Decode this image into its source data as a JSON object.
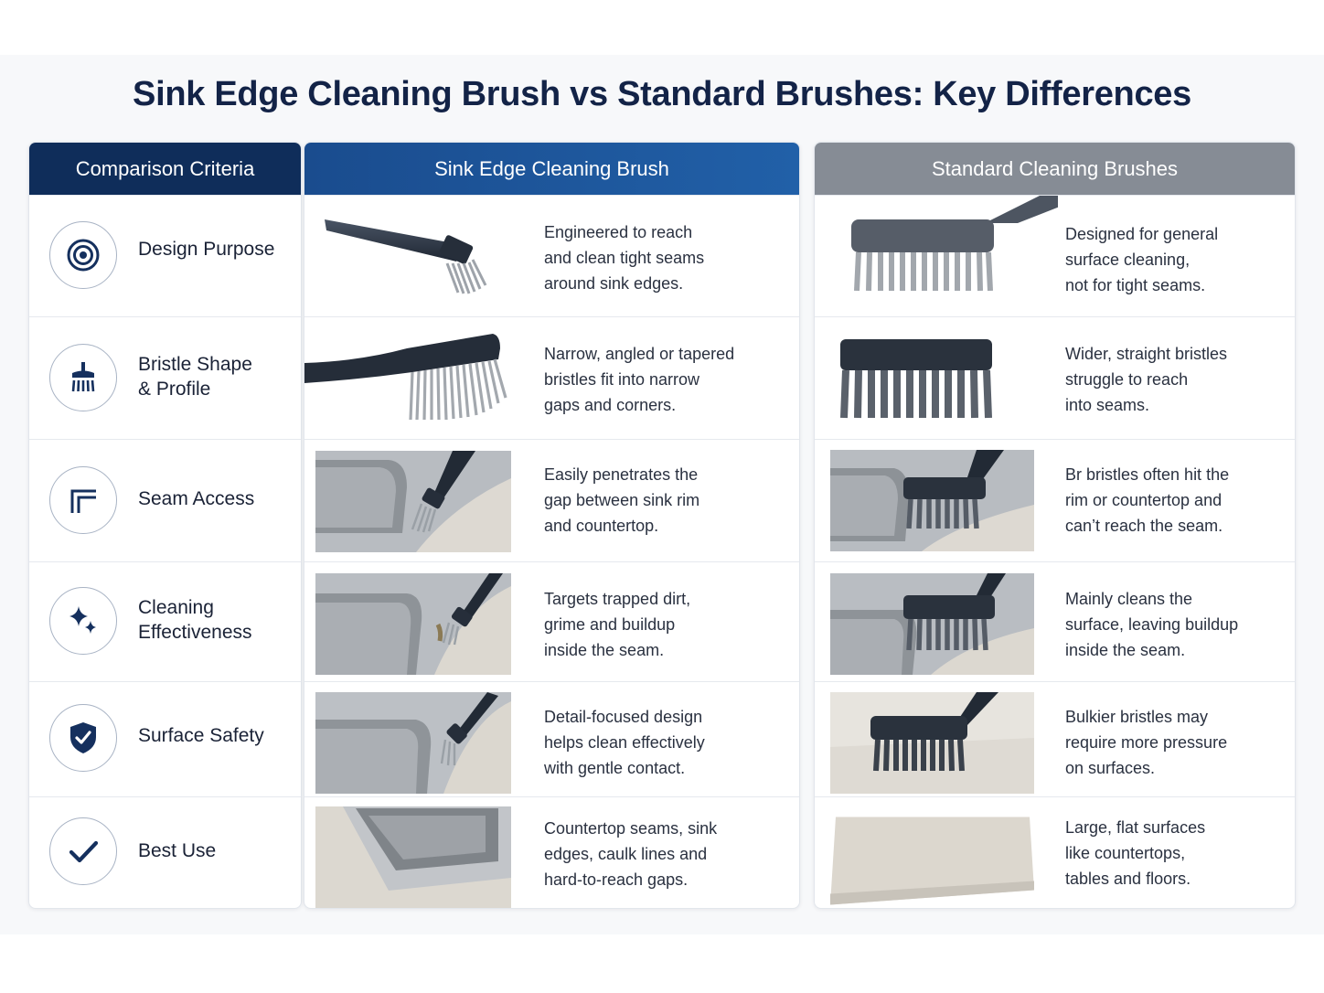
{
  "title": "Sink Edge Cleaning Brush vs Standard Brushes: Key Differences",
  "headers": {
    "criteria": "Comparison Criteria",
    "sink": "Sink Edge Cleaning Brush",
    "standard": "Standard Cleaning Brushes"
  },
  "rows": [
    {
      "criteria": "Design Purpose",
      "icon": "target-icon",
      "sink": [
        "Engineered to reach",
        "and clean tight seams",
        "around sink edges."
      ],
      "standard": [
        "Designed for general",
        "surface cleaning,",
        "not for tight seams."
      ]
    },
    {
      "criteria": [
        "Bristle Shape",
        "& Profile"
      ],
      "icon": "brush-icon",
      "sink": [
        "Narrow, angled or tapered",
        "bristles fit into narrow",
        "gaps and corners."
      ],
      "standard": [
        "Wider, straight bristles",
        "struggle to reach",
        "into seams."
      ]
    },
    {
      "criteria": "Seam Access",
      "icon": "corner-icon",
      "sink": [
        "Easily penetrates the",
        "gap between sink rim",
        "and countertop."
      ],
      "standard": [
        "Br bristles often hit the",
        "rim or countertop and",
        "can’t reach the seam."
      ]
    },
    {
      "criteria": [
        "Cleaning",
        "Effectiveness"
      ],
      "icon": "sparkle-icon",
      "sink": [
        "Targets trapped dirt,",
        "grime and buildup",
        "inside the seam."
      ],
      "standard": [
        "Mainly cleans the",
        "surface, leaving buildup",
        "inside the seam."
      ]
    },
    {
      "criteria": "Surface Safety",
      "icon": "shield-check-icon",
      "sink": [
        "Detail-focused design",
        "helps clean effectively",
        "with gentle contact."
      ],
      "standard": [
        "Bulkier bristles may",
        "require more pressure",
        "on surfaces."
      ]
    },
    {
      "criteria": "Best Use",
      "icon": "checkmark-icon",
      "sink": [
        "Countertop seams, sink",
        "edges, caulk lines and",
        "hard-to-reach gaps."
      ],
      "standard": [
        "Large, flat surfaces",
        "like countertops,",
        "tables and floors."
      ]
    }
  ],
  "colors": {
    "navy": "#0f2d5a",
    "blue": "#1f5aa3",
    "gray_header": "#868c95",
    "title": "#132347"
  }
}
